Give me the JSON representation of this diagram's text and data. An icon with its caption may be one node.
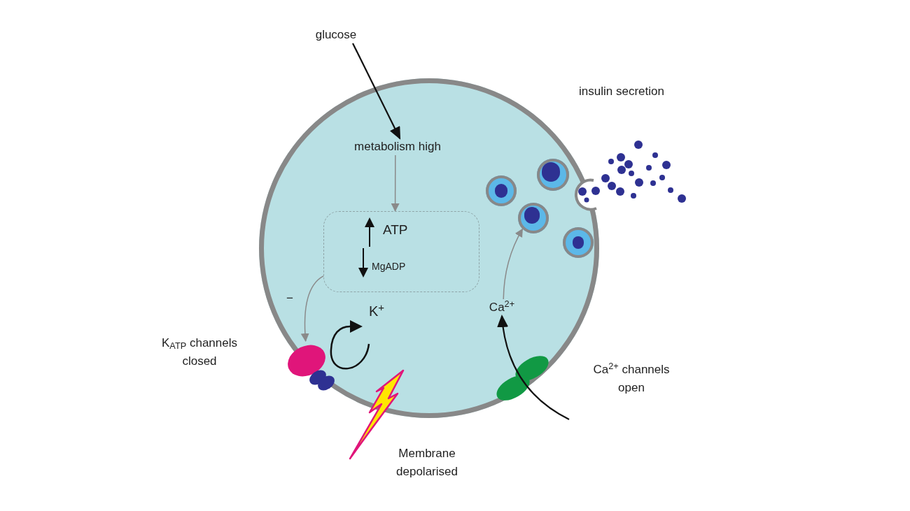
{
  "diagram": {
    "nodes": [
      {
        "text": [
          "glucose"
        ]
      },
      {
        "text": [],
        "shape": "circle"
      },
      {
        "text": [
          "metabolism high"
        ],
        "in": 1
      },
      {
        "text": [
          "ATP",
          "MgADP"
        ],
        "in": 1
      },
      {
        "text": [],
        "shape": "ellipse",
        "in": 1
      },
      {
        "text": [
          "Ca$^{2+}$"
        ],
        "in": 1
      },
      {
        "text": [],
        "shape": "circle",
        "in": 1
      },
      {
        "text": [],
        "shape": "circle",
        "in": 1
      },
      {
        "text": [],
        "shape": "circle",
        "in": 1
      },
      {
        "text": [],
        "shape": "circle",
        "in": 1
      }
    ],
    "edges": [
      {
        "from": 0,
        "to": 2,
        "arrow": "to",
        "color": "#111111"
      },
      {
        "from": 2,
        "to": 3,
        "arrow": "to"
      },
      {
        "from": 3,
        "to": 4,
        "arrow": "to"
      },
      {
        "from": 5,
        "to": 7,
        "arrow": "to"
      },
      {
        "from": null,
        "to": 5,
        "arrow": "to",
        "color": "#111111"
      }
    ],
    "labels": [
      "insulin secretion",
      "−",
      "K$^{+}$",
      "K$_{ATP}$ channels closed",
      "Ca$^{2+}$ channels open",
      "Membrane depolarised"
    ]
  }
}
